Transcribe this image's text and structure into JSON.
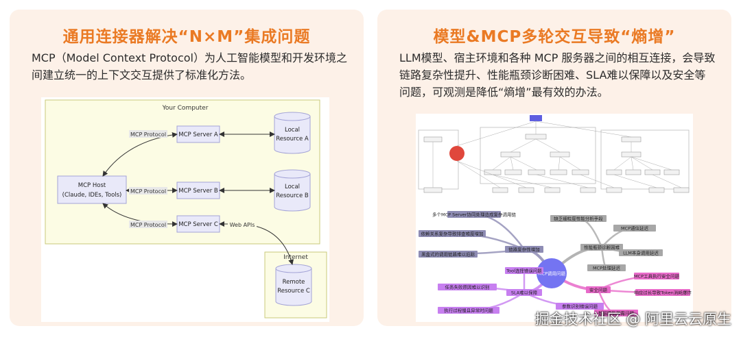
{
  "left": {
    "title": "通用连接器解决“N×M”集成问题",
    "desc": "MCP（Model Context Protocol）为人工智能模型和开发环境之间建立统一的上下文交互提供了标准化方法。",
    "diagram": {
      "your_computer": "Your Computer",
      "internet": "Internet",
      "host": [
        "MCP Host",
        "(Claude, IDEs, Tools)"
      ],
      "servers": [
        "MCP Server A",
        "MCP Server B",
        "MCP Server C"
      ],
      "protocol_label": "MCP Protocol",
      "web_apis": "Web APIs",
      "local_a": [
        "Local",
        "Resource A"
      ],
      "local_b": [
        "Local",
        "Resource B"
      ],
      "remote_c": [
        "Remote",
        "Resource C"
      ]
    }
  },
  "right": {
    "title": "模型&MCP多轮交互导致“熵增”",
    "desc": "LLM模型、宿主环境和各种 MCP 服务器之间的相互连接，会导致链路复杂性提升、性能瓶颈诊断困难、SLA难以保障以及安全等问题，可观测是降低“熵增”最有效的办法。",
    "mindmap": {
      "center": "MCP调用问题",
      "branches": [
        {
          "label": "链路复杂性增加",
          "color": "#8e8cb4",
          "leaves": [
            "多个MCP Server协同处理造成复杂调用链",
            "依赖关系复杂导致排查难度增加",
            "黑盒式的调用链路难以追踪"
          ]
        },
        {
          "label": "性能瓶颈诊断困难",
          "color": "#a7a7a7",
          "leaves": [
            "缺乏细粒度性能分析手段",
            "MCP通信延迟",
            "LLM本身调用延迟",
            "MCP处理延迟"
          ]
        },
        {
          "label": "SLA难以保障",
          "color": "#c77ff0",
          "leaves": [
            "Tool选择错误问题",
            "任务失败原因难以识别",
            "执行过程慢且异常时问题",
            "参数识别错误问题"
          ]
        },
        {
          "label": "安全问题",
          "color": "#e86ac9",
          "leaves": [
            "MCP工具执行安全问题",
            "响应过长导致Token消耗爆炸",
            "数据隐私泄露问题"
          ]
        }
      ]
    }
  },
  "watermark": "掘金技术社区 @ 阿里云云原生",
  "colors": {
    "card_bg": "#fdf1e8",
    "title": "#ea7a24",
    "your_computer_bg": "#fcfce4",
    "box_bg": "#e9e9f9",
    "center_node": "#7474f2",
    "flow_red_node": "#e0473c",
    "flow_top_node": "#5e5ee0"
  }
}
